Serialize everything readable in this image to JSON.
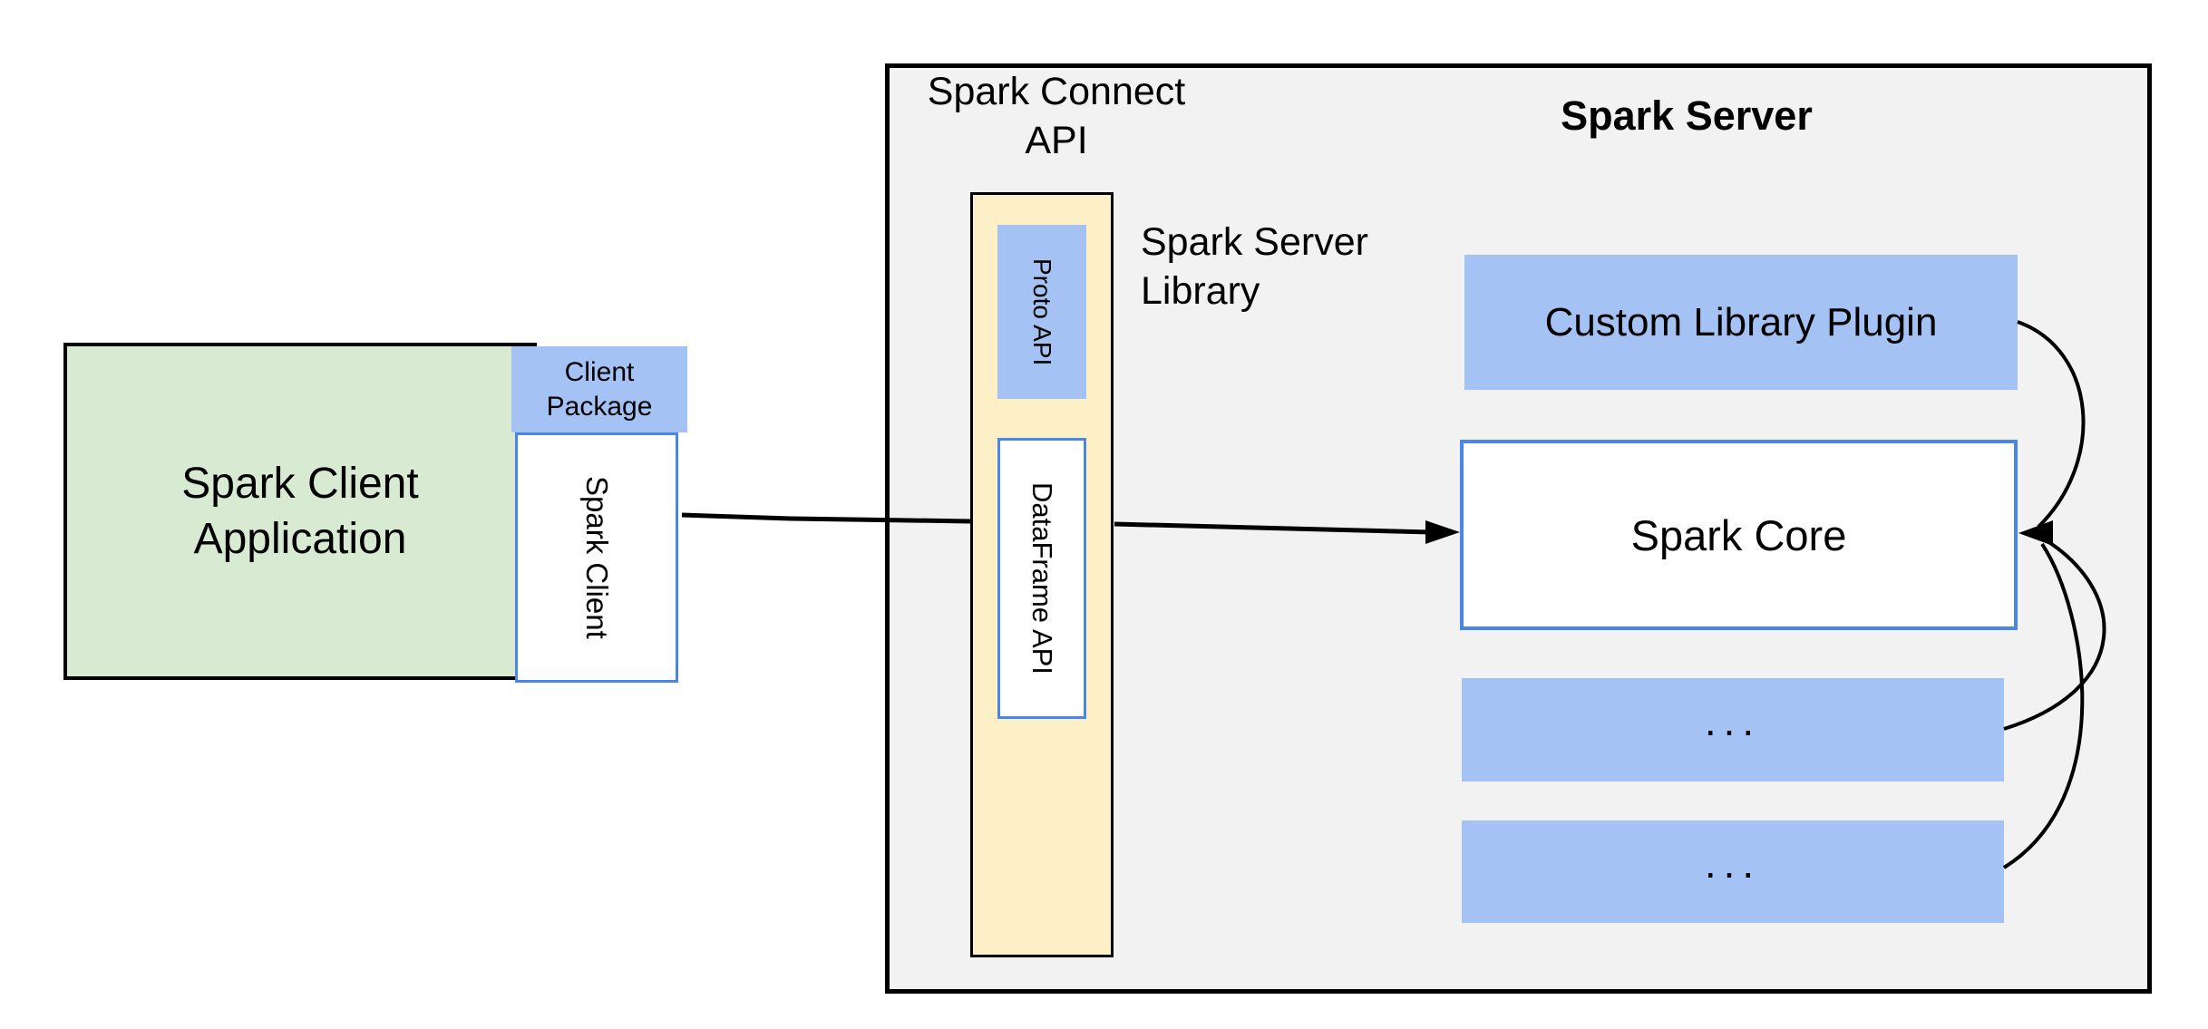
{
  "client": {
    "app_label": "Spark Client Application",
    "package_label": "Client Package",
    "library_label": "Spark Client"
  },
  "connect": {
    "title": "Spark Connect API",
    "proto_label": "Proto API",
    "dataframe_label": "DataFrame API",
    "server_library_label": "Spark Server Library"
  },
  "server": {
    "title": "Spark Server",
    "plugin_label": "Custom Library Plugin",
    "core_label": "Spark Core",
    "more_box_1": "...",
    "more_box_2": "..."
  },
  "colors": {
    "client_green": "#d9ead3",
    "accent_blue": "#a4c2f4",
    "yellow": "#fdf0c7",
    "panel_gray": "#f2f2f2",
    "blue_border": "#4a86e8",
    "line_black": "#000000"
  }
}
